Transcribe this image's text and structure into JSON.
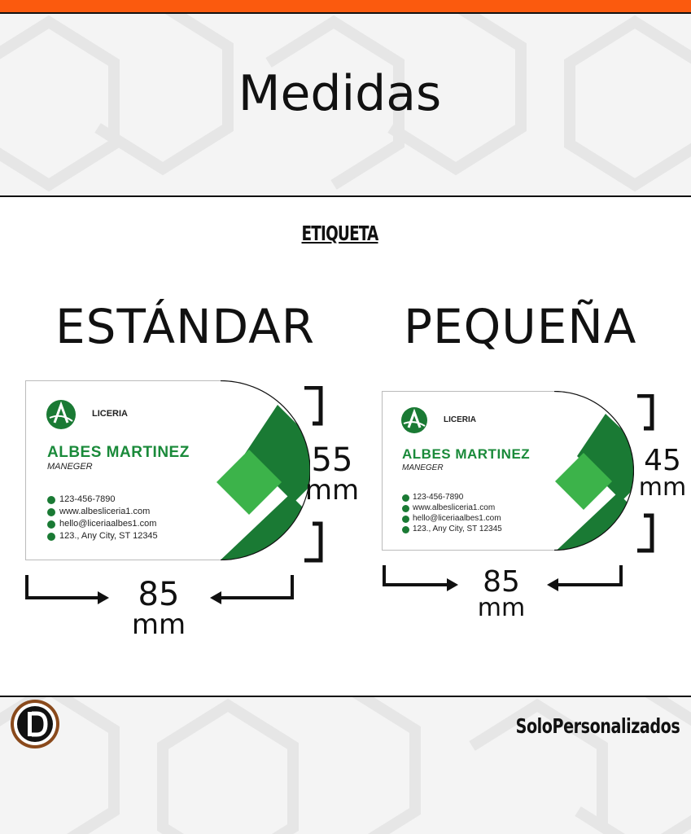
{
  "header": {
    "title": "Medidas"
  },
  "section": {
    "title": "ETIQUETA"
  },
  "sizes": [
    {
      "label": "ESTÁNDAR",
      "height_value": "55",
      "height_unit": "mm",
      "width_value": "85",
      "width_unit": "mm"
    },
    {
      "label": "PEQUEÑA",
      "height_value": "45",
      "height_unit": "mm",
      "width_value": "85",
      "width_unit": "mm"
    }
  ],
  "card": {
    "brand": "LICERIA",
    "name": "ALBES MARTINEZ",
    "role": "MANEGER",
    "phone": "123-456-7890",
    "website": "www.albesliceria1.com",
    "email": "hello@liceriaalbes1.com",
    "address": "123., Any City, ST 12345"
  },
  "footer": {
    "brand": "SoloPersonalizados"
  },
  "colors": {
    "accent": "#fb5a0e",
    "card_green_dark": "#1a7a34",
    "card_green_light": "#3cb34a",
    "name_green": "#1a8a3a"
  }
}
